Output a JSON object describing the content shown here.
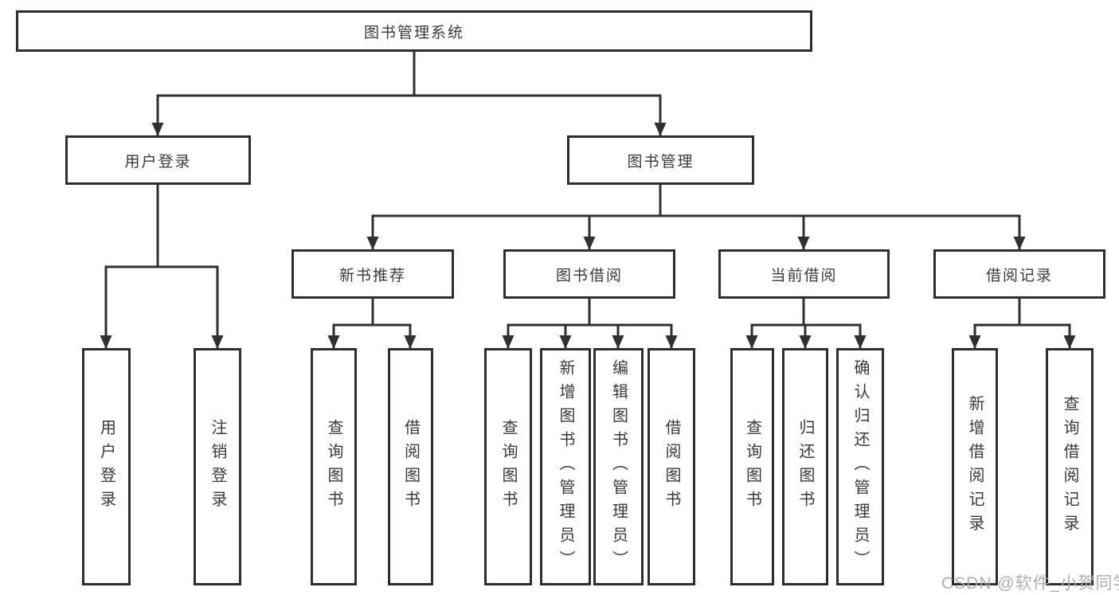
{
  "tree": {
    "root": {
      "label": "图书管理系统",
      "children": [
        {
          "label": "用户登录",
          "children": [
            {
              "label": "用户登录"
            },
            {
              "label": "注销登录"
            }
          ]
        },
        {
          "label": "图书管理",
          "children": [
            {
              "label": "新书推荐",
              "children": [
                {
                  "label": "查询图书"
                },
                {
                  "label": "借阅图书"
                }
              ]
            },
            {
              "label": "图书借阅",
              "children": [
                {
                  "label": "查询图书"
                },
                {
                  "label": "新增图书（管理员）"
                },
                {
                  "label": "编辑图书（管理员）"
                },
                {
                  "label": "借阅图书"
                }
              ]
            },
            {
              "label": "当前借阅",
              "children": [
                {
                  "label": "查询图书"
                },
                {
                  "label": "归还图书"
                },
                {
                  "label": "确认归还（管理员）"
                }
              ]
            },
            {
              "label": "借阅记录",
              "children": [
                {
                  "label": "新增借阅记录"
                },
                {
                  "label": "查询借阅记录"
                }
              ]
            }
          ]
        }
      ]
    }
  },
  "watermark": "CSDN @软件_小贺同学",
  "colors": {
    "line": "#303030",
    "box_border": "#2e2e2e",
    "text": "#3a3a3a",
    "watermark": "#a8acb6",
    "background": "#ffffff"
  }
}
